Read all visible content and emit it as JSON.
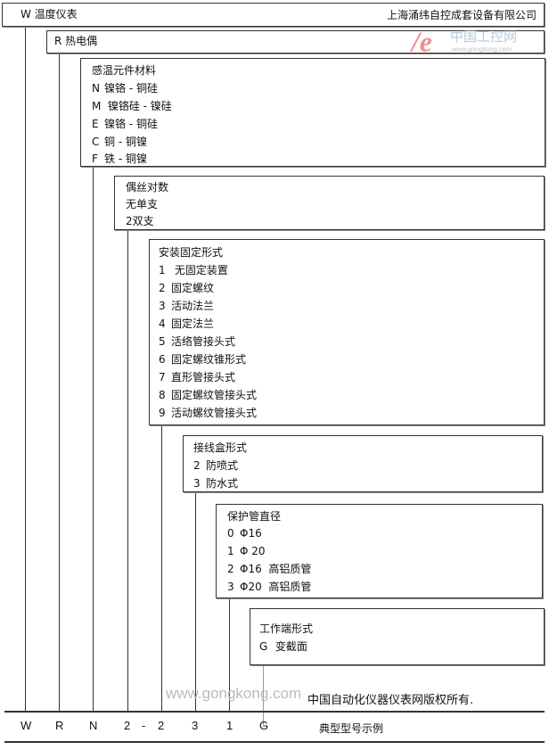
{
  "company": "上海涌纬自控成套设备有限公司",
  "logo": {
    "text": "中国工控网",
    "url": "www.gongkong.com",
    "accent": "#e04040"
  },
  "levels": [
    {
      "header": "W 温度仪表"
    },
    {
      "header": "R 热电偶"
    },
    {
      "header": "感温元件材料",
      "items": [
        {
          "code": "N",
          "label": "镍铬 - 铜硅"
        },
        {
          "code": "M",
          "label": "镍铬硅 - 镍硅"
        },
        {
          "code": "E",
          "label": "镍铬 - 铜硅"
        },
        {
          "code": "C",
          "label": "铜 - 铜镍"
        },
        {
          "code": "F",
          "label": "铁 - 铜镍"
        }
      ]
    },
    {
      "header": "偶丝对数",
      "items": [
        {
          "code": "",
          "label": "无单支"
        },
        {
          "code": "2",
          "label": "双支"
        }
      ]
    },
    {
      "header": "安装固定形式",
      "items": [
        {
          "code": "1",
          "label": "无固定装置"
        },
        {
          "code": "2",
          "label": "固定螺纹"
        },
        {
          "code": "3",
          "label": "活动法兰"
        },
        {
          "code": "4",
          "label": "固定法兰"
        },
        {
          "code": "5",
          "label": "活络管接头式"
        },
        {
          "code": "6",
          "label": "固定螺纹锥形式"
        },
        {
          "code": "7",
          "label": "直形管接头式"
        },
        {
          "code": "8",
          "label": "固定螺纹管接头式"
        },
        {
          "code": "9",
          "label": "活动螺纹管接头式"
        }
      ]
    },
    {
      "header": "接线盒形式",
      "items": [
        {
          "code": "2",
          "label": "防喷式"
        },
        {
          "code": "3",
          "label": "防水式"
        }
      ]
    },
    {
      "header": "保护管直径",
      "items": [
        {
          "code": "0",
          "label": "Φ16"
        },
        {
          "code": "1",
          "label": "Φ 20"
        },
        {
          "code": "2",
          "label": "Φ16  高铝质管"
        },
        {
          "code": "3",
          "label": "Φ20  高铝质管"
        }
      ]
    },
    {
      "header": "工作端形式",
      "items": [
        {
          "code": "G",
          "label": "变截面"
        }
      ]
    }
  ],
  "example": {
    "codes": [
      "W",
      "R",
      "N",
      "2",
      "-",
      "2",
      "3",
      "1",
      "G"
    ],
    "caption": "典型型号示例"
  },
  "watermark": {
    "url": "www.gongkong.com",
    "copyright": "中国自动化仪器仪表网版权所有."
  }
}
